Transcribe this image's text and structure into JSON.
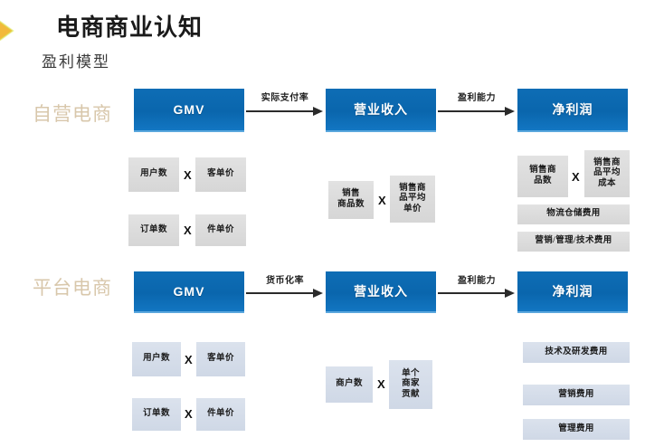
{
  "header": {
    "title": "电商商业认知",
    "subtitle": "盈利模型",
    "accent_color": "#f2b93b"
  },
  "colors": {
    "box_blue": "#0a66ad",
    "box_blue_edge": "#5ba7dd",
    "chip_gray": "#d9d9d9",
    "chip_bluegray": "#d3dce8",
    "row_label": "#d8c7ab",
    "arrow": "#2b2b2b"
  },
  "rows": [
    {
      "id": "self-operated",
      "label": "自营电商",
      "nodes": [
        {
          "id": "gmv",
          "label": "GMV",
          "lang": "en"
        },
        {
          "id": "revenue",
          "label": "营业收入",
          "lang": "cn"
        },
        {
          "id": "net-profit",
          "label": "净利润",
          "lang": "cn"
        }
      ],
      "arrows": [
        {
          "id": "gmv-to-revenue",
          "label": "实际支付率"
        },
        {
          "id": "revenue-to-profit",
          "label": "盈利能力"
        }
      ],
      "chip_style": "gray",
      "gmv_factors": [
        {
          "left": "用户数",
          "op": "X",
          "right": "客单价"
        },
        {
          "left": "订单数",
          "op": "X",
          "right": "件单价"
        }
      ],
      "revenue_factors": [
        {
          "left": "销售\n商品数",
          "op": "X",
          "right": "销售商\n品平均\n单价"
        }
      ],
      "profit_factors": [
        {
          "left": "销售商\n品数",
          "op": "X",
          "right": "销售商\n品平均\n成本"
        }
      ],
      "profit_costs": [
        "物流仓储费用",
        "营销/管理/技术费用"
      ]
    },
    {
      "id": "platform",
      "label": "平台电商",
      "nodes": [
        {
          "id": "gmv",
          "label": "GMV",
          "lang": "en"
        },
        {
          "id": "revenue",
          "label": "营业收入",
          "lang": "cn"
        },
        {
          "id": "net-profit",
          "label": "净利润",
          "lang": "cn"
        }
      ],
      "arrows": [
        {
          "id": "gmv-to-revenue",
          "label": "货币化率"
        },
        {
          "id": "revenue-to-profit",
          "label": "盈利能力"
        }
      ],
      "chip_style": "bluegray",
      "gmv_factors": [
        {
          "left": "用户数",
          "op": "X",
          "right": "客单价"
        },
        {
          "left": "订单数",
          "op": "X",
          "right": "件单价"
        }
      ],
      "revenue_factors": [
        {
          "left": "商户数",
          "op": "X",
          "right": "单个\n商家\n贡献"
        }
      ],
      "profit_factors": [],
      "profit_costs": [
        "技术及研发费用",
        "营销费用",
        "管理费用"
      ]
    }
  ]
}
